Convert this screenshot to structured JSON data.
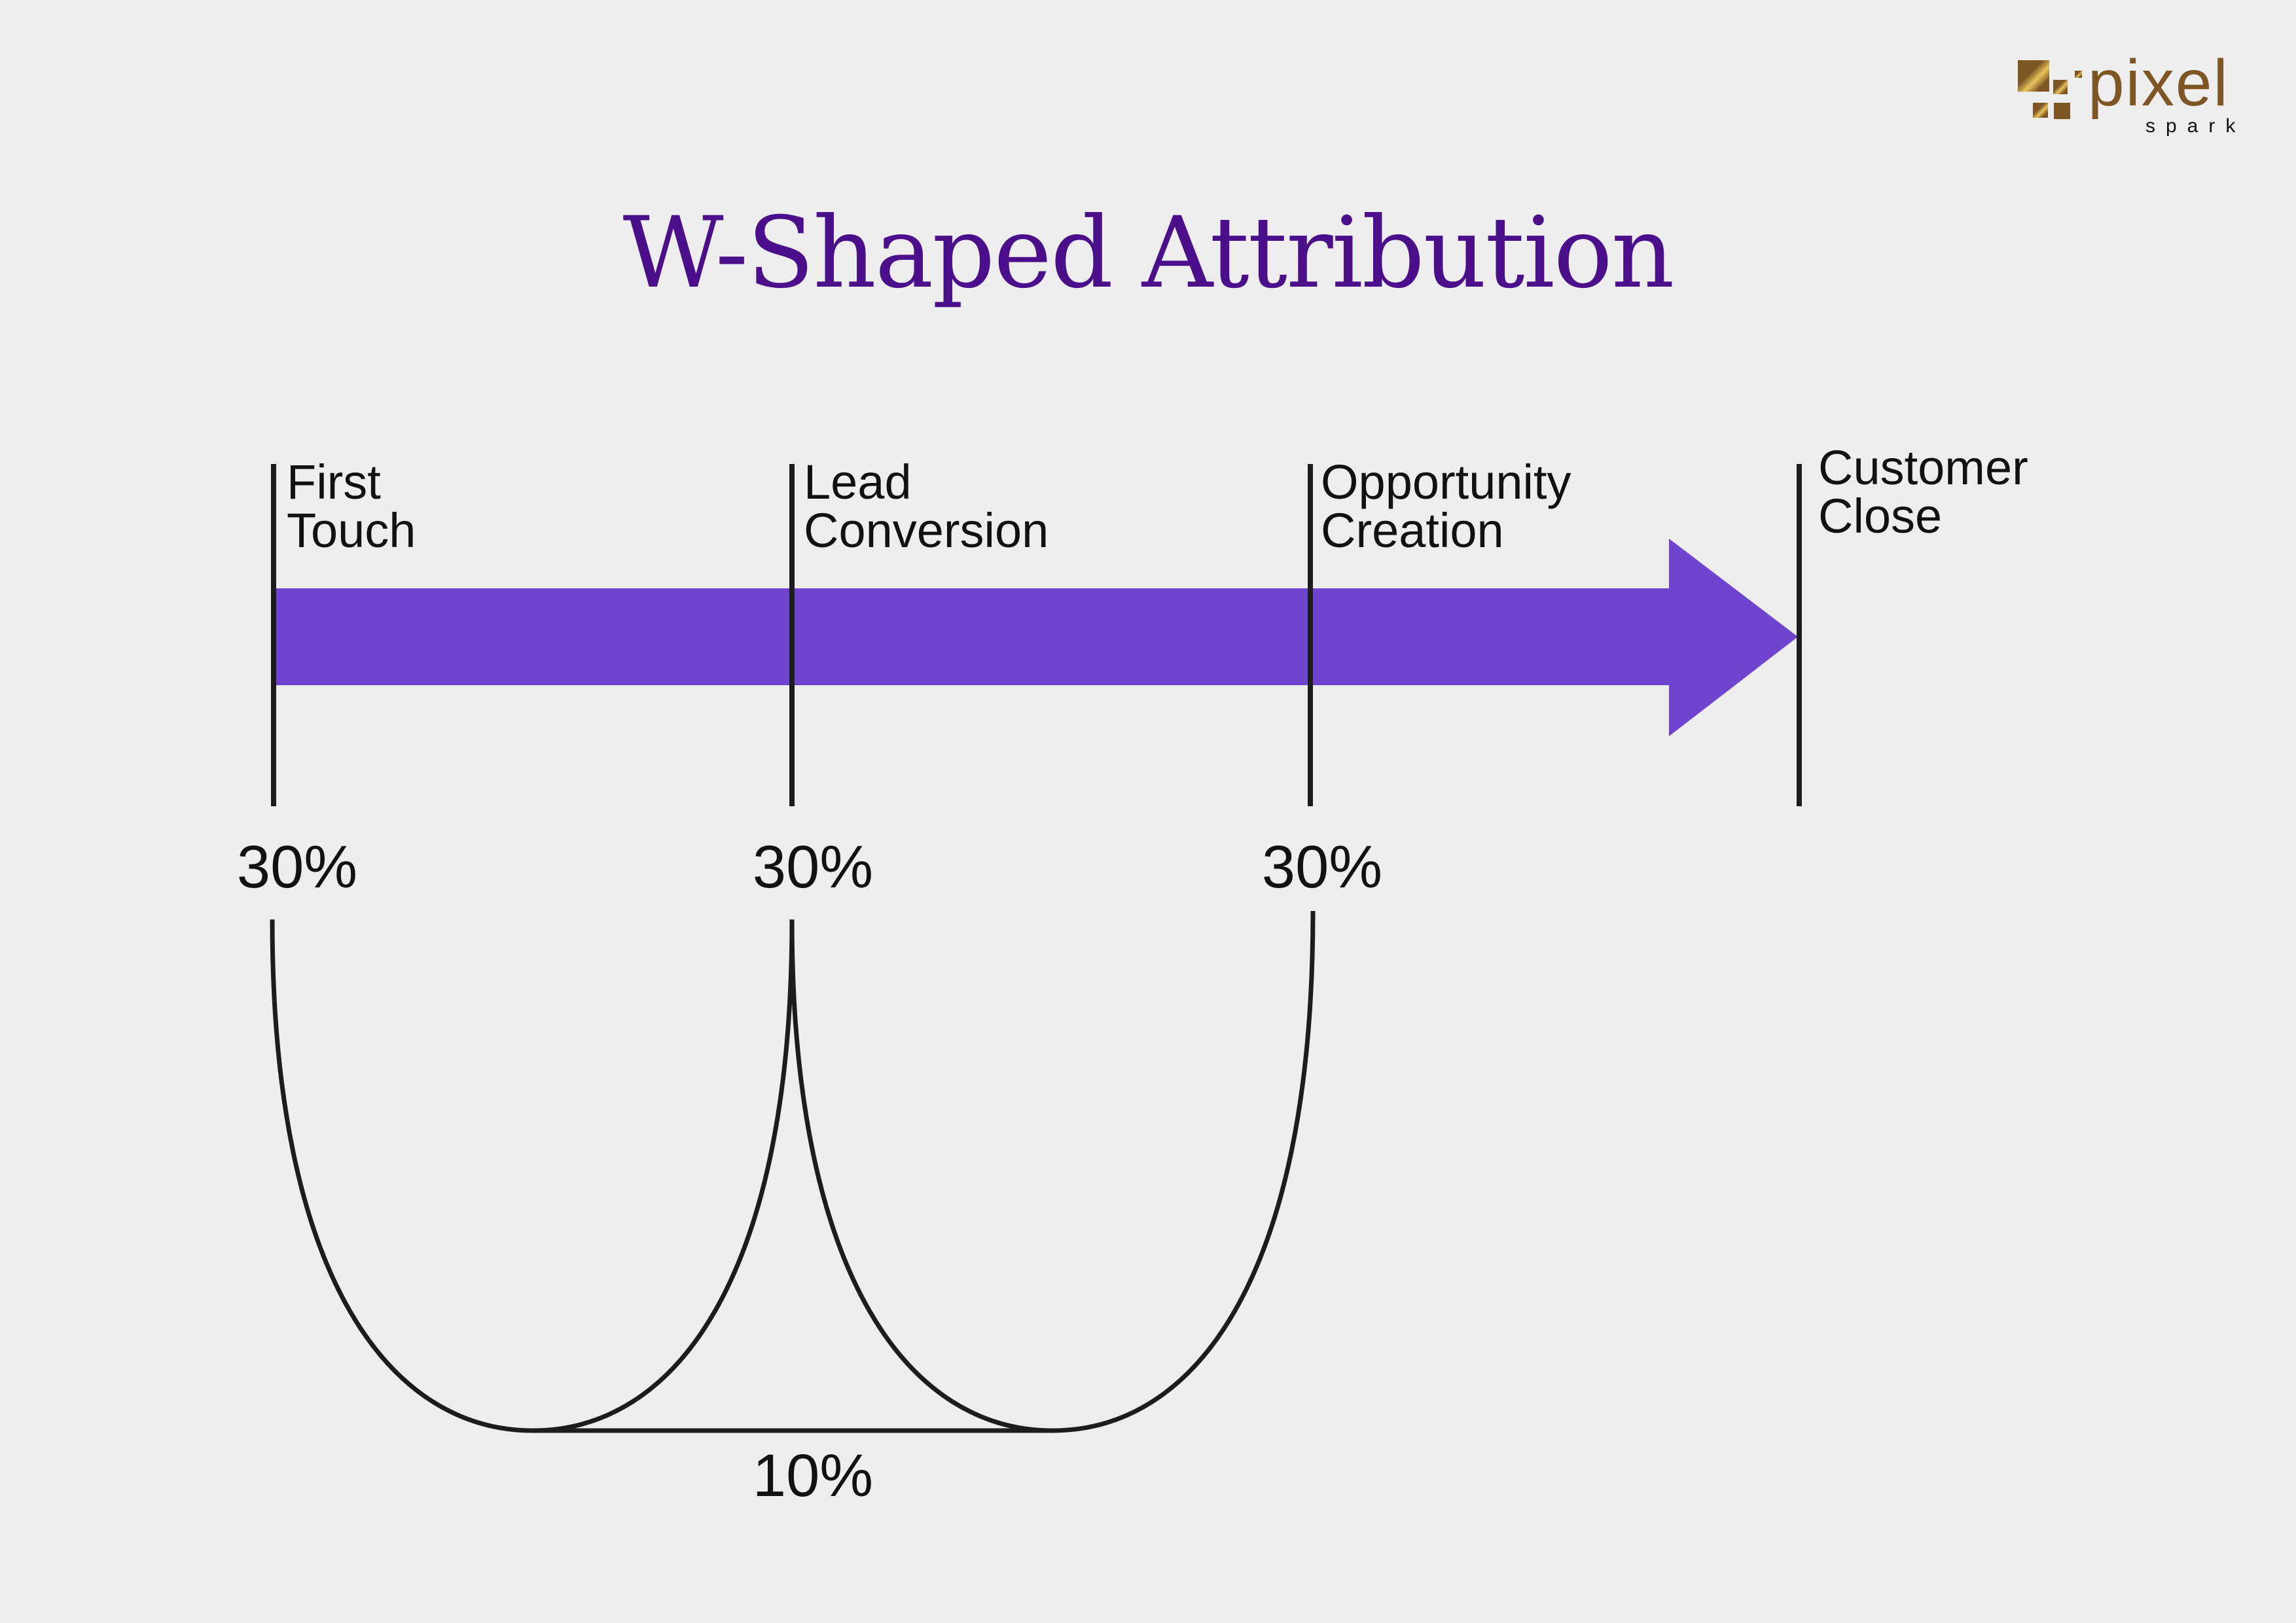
{
  "logo": {
    "word": "pixel",
    "sub": "spark",
    "color": "#7d5624"
  },
  "title": "W-Shaped Attribution",
  "colors": {
    "title": "#4b0f8c",
    "arrow": "#6f44cf",
    "lines": "#1c1c1c",
    "background": "#eeeeee"
  },
  "stages": [
    {
      "label": "First\nTouch",
      "credit": "30%"
    },
    {
      "label": "Lead\nConversion",
      "credit": "30%"
    },
    {
      "label": "Opportunity\nCreation",
      "credit": "30%"
    },
    {
      "label": "Customer\nClose",
      "credit": null
    }
  ],
  "middle_credit": "10%"
}
